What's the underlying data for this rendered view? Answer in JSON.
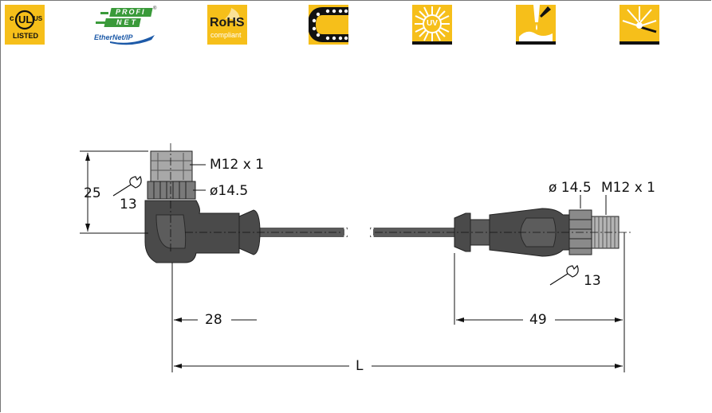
{
  "header": {
    "certifications": [
      {
        "name": "ul-listed",
        "top_left": "c",
        "center": "UL",
        "top_right": "US",
        "bottom": "LISTED"
      },
      {
        "name": "profinet-ethernetip",
        "line1": "PROFI",
        "line2": "NET",
        "line3": "EtherNet/IP",
        "reg": "®"
      },
      {
        "name": "rohs",
        "title": "RoHS",
        "subtitle": "compliant"
      },
      {
        "name": "drag-chain",
        "icon": "drag-chain-icon"
      },
      {
        "name": "uv-resistant",
        "label": "UV",
        "icon": "uv-sun-icon"
      },
      {
        "name": "oil-resistant",
        "icon": "oil-drop-icon"
      },
      {
        "name": "weld-spatter",
        "icon": "weld-spark-icon"
      }
    ]
  },
  "drawing": {
    "left_connector": {
      "thread": "M12 x 1",
      "diameter": "ø14.5",
      "wrench": "13",
      "height": "25",
      "length": "28"
    },
    "right_connector": {
      "diameter": "ø 14.5",
      "thread": "M12 x 1",
      "wrench": "13",
      "length": "49"
    },
    "total_length": "L"
  },
  "colors": {
    "icon_background": "#f6bf1a",
    "cable": "#5a5a5a",
    "connector_body": "#4a4a4a",
    "metal": "#a8a8a8"
  }
}
